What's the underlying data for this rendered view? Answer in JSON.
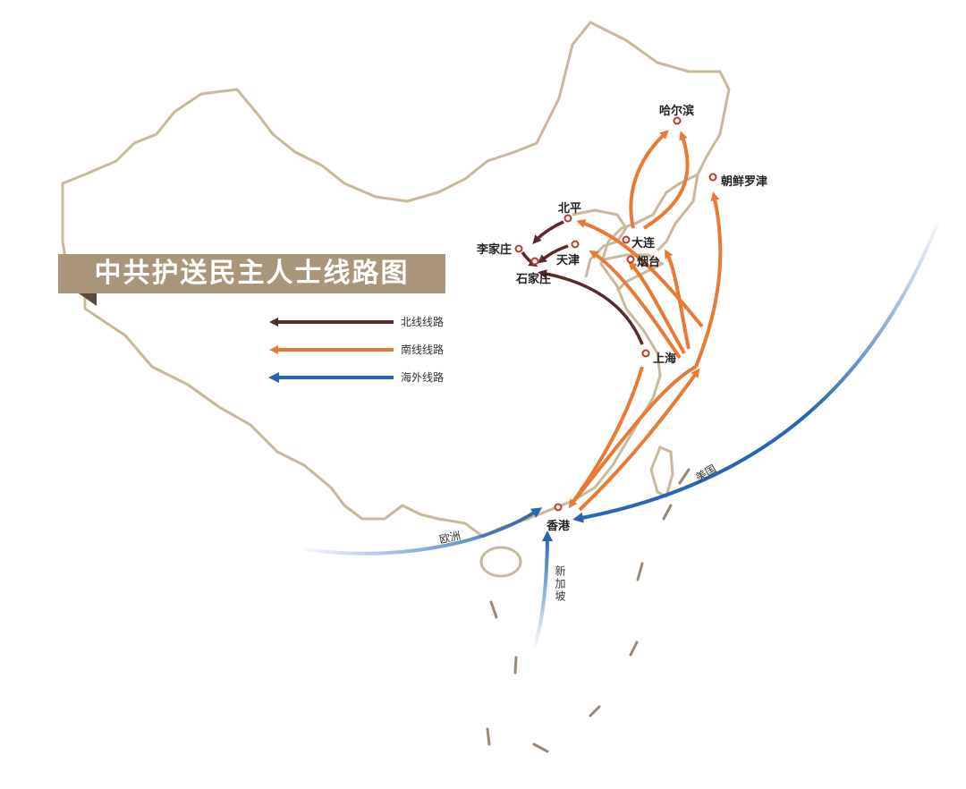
{
  "title": "中共护送民主人士线路图",
  "legend": [
    {
      "label": "北线线路",
      "color": "#5c2a2a"
    },
    {
      "label": "南线线路",
      "color": "#e87a35"
    },
    {
      "label": "海外线路",
      "color": "#2a66b0"
    }
  ],
  "cities": {
    "harbin": "哈尔滨",
    "rajin": "朝鲜罗津",
    "beiping": "北平",
    "dalian": "大连",
    "lijiazhuang": "李家庄",
    "tianjin": "天津",
    "yantai": "烟台",
    "shijiazhuang": "石家庄",
    "shanghai": "上海",
    "hongkong": "香港"
  },
  "overseas": {
    "usa": "美国",
    "europe": "欧洲",
    "singapore": "新加坡"
  },
  "colors": {
    "north": "#5c2a2a",
    "south": "#e87a35",
    "overseas": "#2a66b0",
    "border": "#c9b89a",
    "banner": "#a9967a"
  }
}
